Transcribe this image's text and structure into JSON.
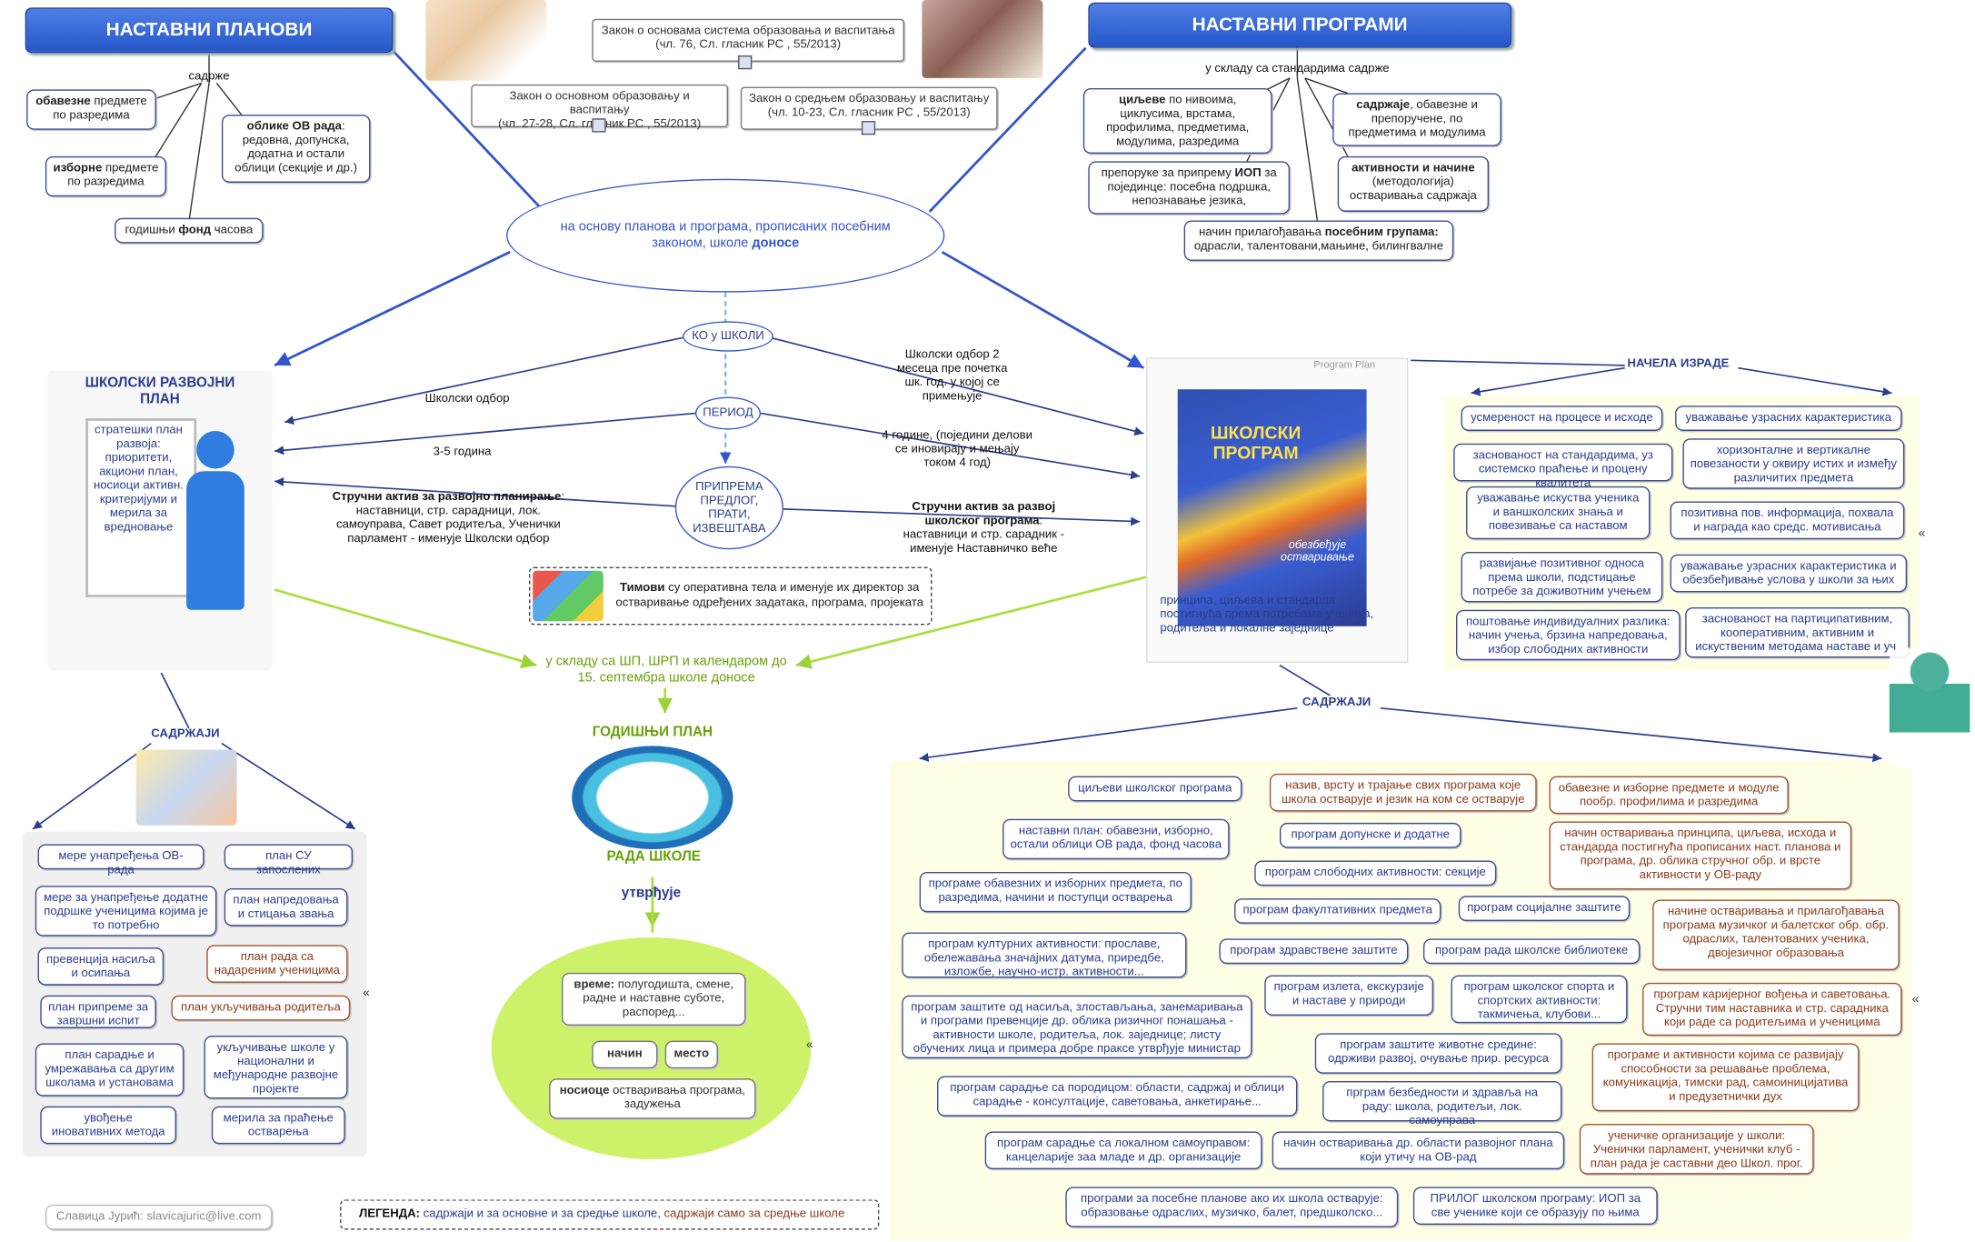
{
  "headers": {
    "plans": "НАСТАВНИ ПЛАНОВИ",
    "programs": "НАСТАВНИ ПРОГРАМИ"
  },
  "laws": {
    "law1_line1": "Закон о основама система образовања и васпитања",
    "law1_line2": "(чл. 76, Сл. гласник РС , 55/2013)",
    "law2_line1": "Закон о основном образовању и васпитању",
    "law2_line2": "(чл. 27-28, Сл. гласник РС , 55/2013)",
    "law3_line1": "Закон о средњем образовању и васпитању",
    "law3_line2": "(чл. 10-23, Сл. гласник РС , 55/2013)"
  },
  "plans": {
    "contains": "садрже",
    "mandatory_b": "обавезне",
    "mandatory_rest": " предмете по разредима",
    "elective_b": "изборне",
    "elective_rest": " предмете по разредима",
    "forms_b": "облике ОВ рада",
    "forms_rest": ": редовна, допунска, додатна и остали облици (секције и др.)",
    "fund_pre": "годишњи ",
    "fund_b": "фонд",
    "fund_post": " часова"
  },
  "programs": {
    "according": "у складу са стандардима садрже",
    "goals_b": "циљеве",
    "goals_rest": " по нивоима, циклусима, врстама, профилима, предметима, модулима, разредима",
    "content_b": "садржаје",
    "content_rest": ", обавезне и препоручене, по предметима и модулима",
    "iop_pre": "препоруке за припрему ",
    "iop_b": "ИОП",
    "iop_rest": " за појединце: посебна подршка, непознавање језика,",
    "activities_b": "активности и начине",
    "activities_rest": " (методологија) остваривања садржаја",
    "groups_pre": "начин прилагођавања ",
    "groups_b": "посебним групама:",
    "groups_rest": " одрасли, талентовани,мањине, билингвалне"
  },
  "center": {
    "ellipse_pre": "на основу планова и програма, прописаних посебним законом, школе ",
    "ellipse_b": "доносе",
    "ko": "КО у ШКОЛИ",
    "period": "ПЕРИОД",
    "prepare": "ПРИПРЕМА ПРЕДЛОГ, ПРАТИ, ИЗВЕШТАВА",
    "board_left": "Школски одбор",
    "years_left": "3-5 година",
    "aktiv_left_b": "Стручни актив за развојно планирање",
    "aktiv_left_rest": ": наставници, стр. сарадници, лок. самоуправа, Савет родитеља, Ученички парламент - именује Школски одбор",
    "board_right": "Школски одбор 2 месеца пре почетка шк. год. у којој се примењује",
    "years_right": "4 године, (поједини делови се иновирају и мењају током 4 год)",
    "aktiv_right_b": "Стручни актив за развој школског програма",
    "aktiv_right_rest": ": наставници и стр. сарадник - именује Наставничко веће",
    "teams_b": "Тимови",
    "teams_rest": " су оперативна тела и именује их директор за остваривање одређених задатака, програма, пројеката",
    "accordance": "у складу са ШП, ШРП и календаром до 15. септембра школе доносе"
  },
  "rdp": {
    "title": "ШКОЛСКИ РАЗВОЈНИ ПЛАН",
    "board_text": "стратешки план развоја: приоритети, акциони план, носиоци активн. критеријуми и мерила за вредновање",
    "contents_label": "САДРЖАЈИ",
    "items": [
      {
        "t": "мере унапређења ОВ-рада",
        "c": "b"
      },
      {
        "t": "план СУ запослених",
        "c": "b"
      },
      {
        "t": "мере за унапређење додатне подршке ученицима којима је то потребно",
        "c": "b"
      },
      {
        "t": "план напредовања и стицања звања",
        "c": "b"
      },
      {
        "t": "превенција насиља и осипања",
        "c": "b"
      },
      {
        "t": "план рада са надареним ученицима",
        "c": "r"
      },
      {
        "t": "план припреме за завршни испит",
        "c": "b"
      },
      {
        "t": "план укључивања родитеља",
        "c": "r"
      },
      {
        "t": "план сарадње и умрежавања са другим школама и установама",
        "c": "b"
      },
      {
        "t": "укључивање школе у национални и међународне развојне пројекте",
        "c": "b"
      },
      {
        "t": "увођење иновативних метода",
        "c": "b"
      },
      {
        "t": "мерила за праћење остварења",
        "c": "b"
      }
    ]
  },
  "annual": {
    "title": "ГОДИШЊИ ПЛАН",
    "subtitle": "РАДА ШКОЛЕ",
    "establishes": "утврђује",
    "time_b": "време:",
    "time_rest": " полугодишта, смене, радне и наставне суботе, распоред...",
    "manner": "начин",
    "place": "место",
    "holders_b": "носиоце",
    "holders_rest": " остваривања програма, задужења"
  },
  "school_program": {
    "cover_caption": "Program Plan",
    "cover_title": "ШКОЛСКИ ПРОГРАМ",
    "cover_sub": "обезбеђује остваривање",
    "below": "принципа, циљева и стандарда постигнућа према потребама ученика, родитеља и локалне заједнице",
    "principles_label": "НАЧЕЛА ИЗРАДЕ",
    "principles": [
      "усмереност на процесе и исходе",
      "уважавање узрасних карактеристика",
      "заснованост на стандардима, уз системско праћење и процену квалитета",
      "хоризонталне и вертикалне повезаности у оквиру истих и између различитих предмета",
      "уважавање искуства ученика и ваншколских знања и повезивање са наставом",
      "позитивна пов. информација, похвала и награда као средс. мотивисања",
      "развијање позитивног односа према школи, подстицање потребе за доживотним учењем",
      "уважавање узрасних карактеристика и обезбеђивање услова у школи за њих",
      "поштовање индивидуалних разлика: начин учења, брзина напредовања, избор слободних активности",
      "заснованост на партиципативним, кооперативним, активним и искуственим методама наставе и уч."
    ],
    "contents_label": "САДРЖАЈИ",
    "contents": [
      {
        "t": "циљеви школског програма",
        "c": "b"
      },
      {
        "t": "назив, врсту и трајање свих програма које школа остварује и језик на ком се остварује",
        "c": "r"
      },
      {
        "t": "обавезне и изборне предмете и модуле пообр. профилима и разредима",
        "c": "r"
      },
      {
        "t": "наставни план: обавезни, изборно, остали облици ОВ рада, фонд часова",
        "c": "b"
      },
      {
        "t": "програм допунске и додатне",
        "c": "b"
      },
      {
        "t": "начин остваривања принципа, циљева, исхода и стандарда постигнућа прописаних наст. планова и програма, др. облика стручног обр. и врсте активности у ОВ-раду",
        "c": "r"
      },
      {
        "t": "програм слободних активности: секције",
        "c": "b"
      },
      {
        "t": "програме обавезних и изборних предмета, по разредима, начини и поступци остварења",
        "c": "b"
      },
      {
        "t": "програм факултативних предмета",
        "c": "b"
      },
      {
        "t": "програм социјалне заштите",
        "c": "b"
      },
      {
        "t": "начине остваривања и прилагођавања програма музичког и балетског обр. обр. одраслих, талентованих ученика, двојезичног образовања",
        "c": "r"
      },
      {
        "t": "програм културних активности: прославе, обележавања значајних датума, приредбе, изложбе, научно-истр. активности...",
        "c": "b"
      },
      {
        "t": "програм здравствене заштите",
        "c": "b"
      },
      {
        "t": "програм рада школске библиотеке",
        "c": "b"
      },
      {
        "t": "програм заштите од насиља, злостављања, занемаривања и програми превенције др. облика ризичног понашања - активности школе, родитеља, лок. заједнице; листу обучених лица и примера добре праксе утврђује министар",
        "c": "b"
      },
      {
        "t": "програм излета, екскурзије и наставе у природи",
        "c": "b"
      },
      {
        "t": "програм школског спорта и спортских активности: такмичења, клубови...",
        "c": "b"
      },
      {
        "t": "програм каријерног вођења и саветовања. Стручни тим наставника и стр. сарадника који раде са родитељима и ученицима",
        "c": "r"
      },
      {
        "t": "програм заштите животне средине: одрживи развој, очување прир. ресурса",
        "c": "b"
      },
      {
        "t": "програме и активности којима се развијају способности за решавање проблема, комуникација, тимски рад, самоиницијатива и предузетнички дух",
        "c": "r"
      },
      {
        "t": "програм сарадње са породицом: области, садржај и облици сарадње - консултације, саветовања, анкетирање...",
        "c": "b"
      },
      {
        "t": "прграм безбедности и здравља на раду: школа, родитељи, лок. самоуправа",
        "c": "b"
      },
      {
        "t": "програм сарадње са локалном самоуправом: канцеларије заа младе и др. организације",
        "c": "b"
      },
      {
        "t": "начин остваривања др. области развојног плана који утичу на ОВ-рад",
        "c": "b"
      },
      {
        "t": "ученичке организације у школи: Ученички парламент, ученички клуб - план рада је саставни део Школ. прог.",
        "c": "r"
      },
      {
        "t": "програми за посебне планове ако их школа остварује: образовање одраслих, музичко, балет, предшколско...",
        "c": "b"
      },
      {
        "t": "ПРИЛОГ школском програму: ИОП за све ученике који се образују по њима",
        "c": "b"
      }
    ]
  },
  "legend": {
    "label": "ЛЕГЕНДА:",
    "both": " садржаји и за основне и за средње школе, ",
    "secondary": "садржаји само за средње школе"
  },
  "author": "Славица Јурић: slavicajuric@live.com",
  "colors": {
    "header_blue": "#2456c8",
    "node_border": "#3a4d8f",
    "red_text": "#8b3a1a",
    "panel_yellow": "#ffffe6",
    "panel_gray": "#f0f0f0",
    "green_ellipse": "#cdf26a",
    "green_text": "#6aa00a",
    "arrow_blue": "#3355cc",
    "arrow_green": "#a8e040"
  }
}
